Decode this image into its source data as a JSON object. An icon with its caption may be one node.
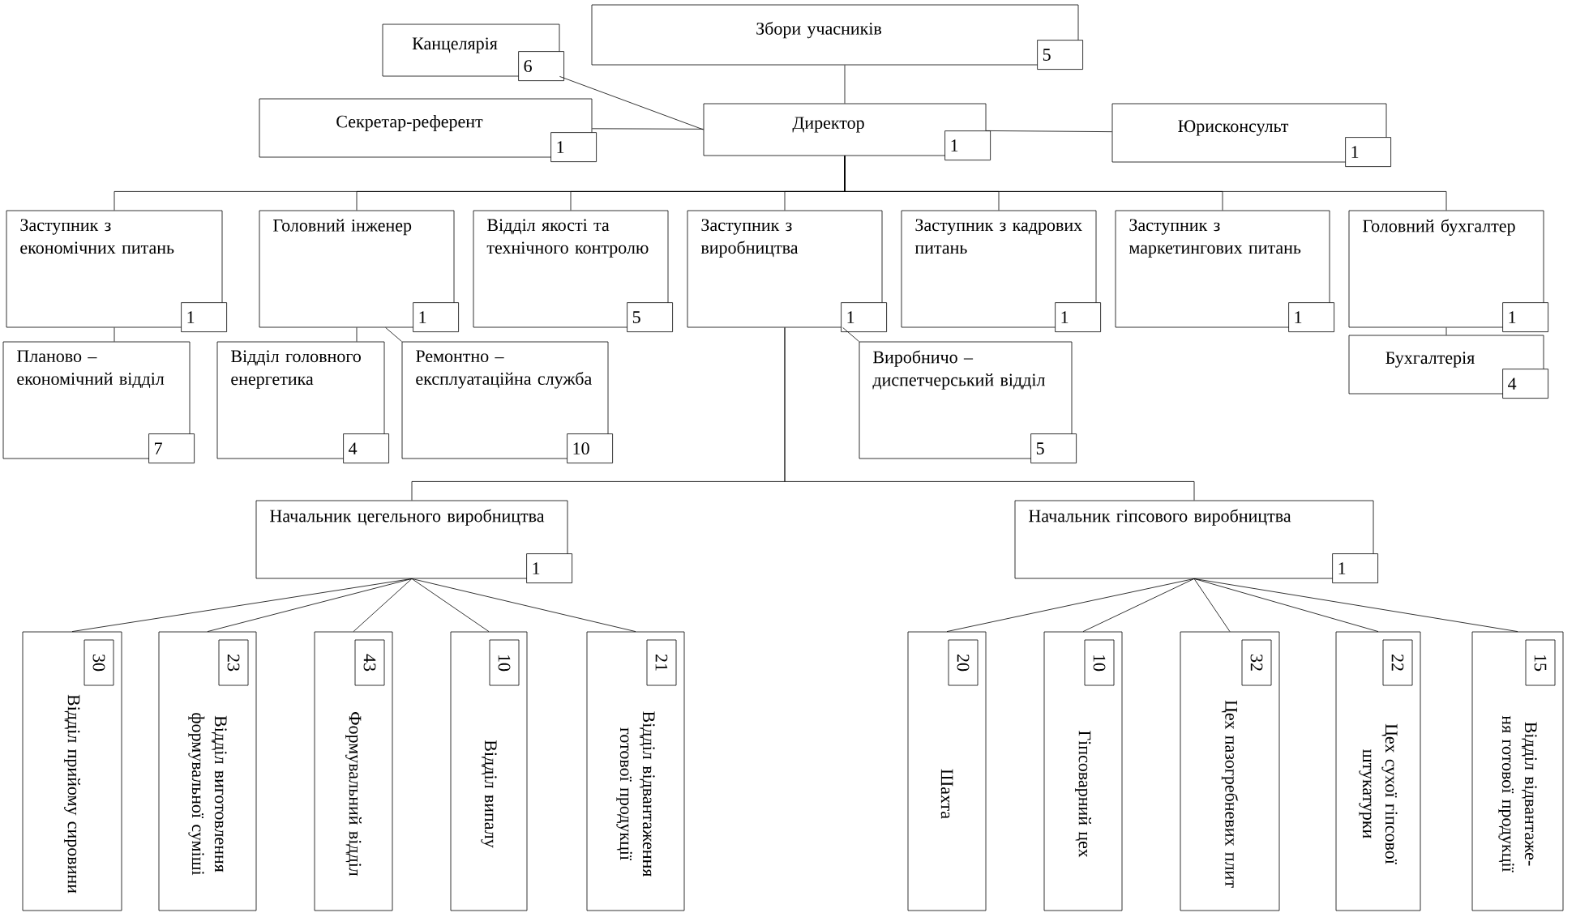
{
  "diagram": {
    "nodes": [
      {
        "text": [
          "Збори учасників",
          "5"
        ]
      },
      {
        "text": [
          "Канцелярія",
          "6"
        ]
      },
      {
        "text": [
          "Секретар-референт",
          "1"
        ]
      },
      {
        "text": [
          "Директор",
          "1"
        ]
      },
      {
        "text": [
          "Юрисконсульт",
          "1"
        ]
      },
      {
        "text": [
          "Заступник з економічних питань",
          "1"
        ]
      },
      {
        "text": [
          "Головний інженер",
          "1"
        ]
      },
      {
        "text": [
          "Відділ якості та технічного контролю",
          "5"
        ]
      },
      {
        "text": [
          "Заступник з виробництва",
          "1"
        ]
      },
      {
        "text": [
          "Заступник з кадрових питань",
          "1"
        ]
      },
      {
        "text": [
          "Заступник з маркетингових питань",
          "1"
        ]
      },
      {
        "text": [
          "Головний бухгалтер",
          "1"
        ]
      },
      {
        "text": [
          "Планово – економічний відділ",
          "7"
        ]
      },
      {
        "text": [
          "Відділ головного енергетика",
          "4"
        ]
      },
      {
        "text": [
          "Ремонтно – експлуатаційна служба",
          "10"
        ]
      },
      {
        "text": [
          "Виробничо – диспетчерський відділ",
          "5"
        ]
      },
      {
        "text": [
          "Бухгалтерія",
          "4"
        ]
      },
      {
        "text": [
          "Начальник цегельного виробництва",
          "1"
        ]
      },
      {
        "text": [
          "Начальник гіпсового виробництва",
          "1"
        ]
      },
      {
        "text": [
          "Відділ прийому сировини",
          "30"
        ]
      },
      {
        "text": [
          "Відділ виготовлення формувальної суміші",
          "23"
        ]
      },
      {
        "text": [
          "Формувальний відділ",
          "43"
        ]
      },
      {
        "text": [
          "Відділ випалу",
          "10"
        ]
      },
      {
        "text": [
          "Відділ відвантаження готової продукції",
          "21"
        ]
      },
      {
        "text": [
          "Шахта",
          "20"
        ]
      },
      {
        "text": [
          "Гіпсоварний цех",
          "10"
        ]
      },
      {
        "text": [
          "Цех пазогребневих плит",
          "32"
        ]
      },
      {
        "text": [
          "Цех сухої гіпсової штукатурки",
          "22"
        ]
      },
      {
        "text": [
          "Відділ відвантаже-ня готової продукції",
          "15"
        ]
      }
    ],
    "edges": [
      {
        "from": 0,
        "to": 3,
        "arrow": "none"
      },
      {
        "from": 1,
        "to": 3,
        "arrow": "none"
      },
      {
        "from": 2,
        "to": 3,
        "arrow": "none"
      },
      {
        "from": 3,
        "to": 4,
        "arrow": "none"
      },
      {
        "from": 3,
        "to": 5,
        "arrow": "none"
      },
      {
        "from": 3,
        "to": 6,
        "arrow": "none"
      },
      {
        "from": 3,
        "to": 7,
        "arrow": "none"
      },
      {
        "from": 3,
        "to": 8,
        "arrow": "none"
      },
      {
        "from": 3,
        "to": 9,
        "arrow": "none"
      },
      {
        "from": 3,
        "to": 10,
        "arrow": "none"
      },
      {
        "from": 3,
        "to": 11,
        "arrow": "none"
      },
      {
        "from": 5,
        "to": 12,
        "arrow": "none"
      },
      {
        "from": 6,
        "to": 13,
        "arrow": "none"
      },
      {
        "from": 6,
        "to": 14,
        "arrow": "none"
      },
      {
        "from": 8,
        "to": 15,
        "arrow": "none"
      },
      {
        "from": 11,
        "to": 16,
        "arrow": "none"
      },
      {
        "from": 8,
        "to": 17,
        "arrow": "none"
      },
      {
        "from": 8,
        "to": 18,
        "arrow": "none"
      },
      {
        "from": 17,
        "to": 19,
        "arrow": "none"
      },
      {
        "from": 17,
        "to": 20,
        "arrow": "none"
      },
      {
        "from": 17,
        "to": 21,
        "arrow": "none"
      },
      {
        "from": 17,
        "to": 22,
        "arrow": "none"
      },
      {
        "from": 17,
        "to": 23,
        "arrow": "none"
      },
      {
        "from": 18,
        "to": 24,
        "arrow": "none"
      },
      {
        "from": 18,
        "to": 25,
        "arrow": "none"
      },
      {
        "from": 18,
        "to": 26,
        "arrow": "none"
      },
      {
        "from": 18,
        "to": 27,
        "arrow": "none"
      },
      {
        "from": 18,
        "to": 28,
        "arrow": "none"
      }
    ]
  }
}
